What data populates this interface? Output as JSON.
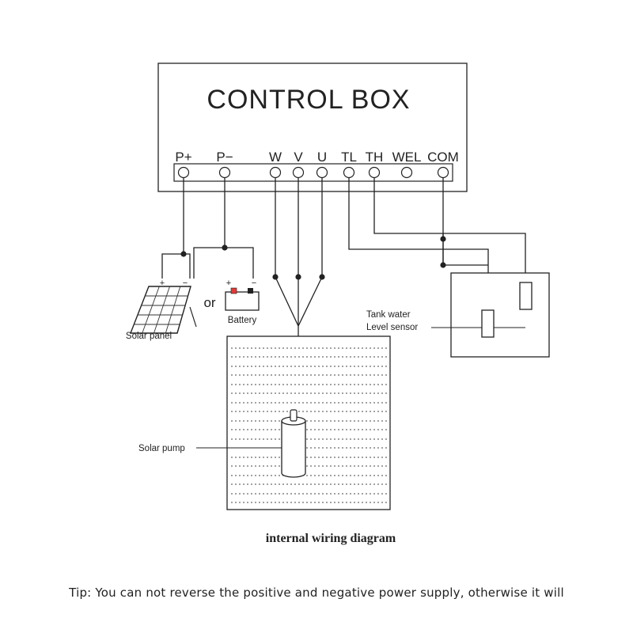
{
  "control_box": {
    "title": "CONTROL BOX",
    "terminals": [
      "P+",
      "P−",
      "W",
      "V",
      "U",
      "TL",
      "TH",
      "WEL",
      "COM"
    ]
  },
  "power": {
    "plus": "+",
    "minus": "−",
    "or": "or",
    "solar_panel": "Solar panel",
    "battery": "Battery",
    "battery_color": "#e53935"
  },
  "tank": {
    "label_line1": "Tank water",
    "label_line2": "Level sensor"
  },
  "pump": {
    "label": "Solar pump"
  },
  "caption": "internal wiring diagram",
  "tip": "Tip: You can not reverse the positive and negative power supply, otherwise it will"
}
